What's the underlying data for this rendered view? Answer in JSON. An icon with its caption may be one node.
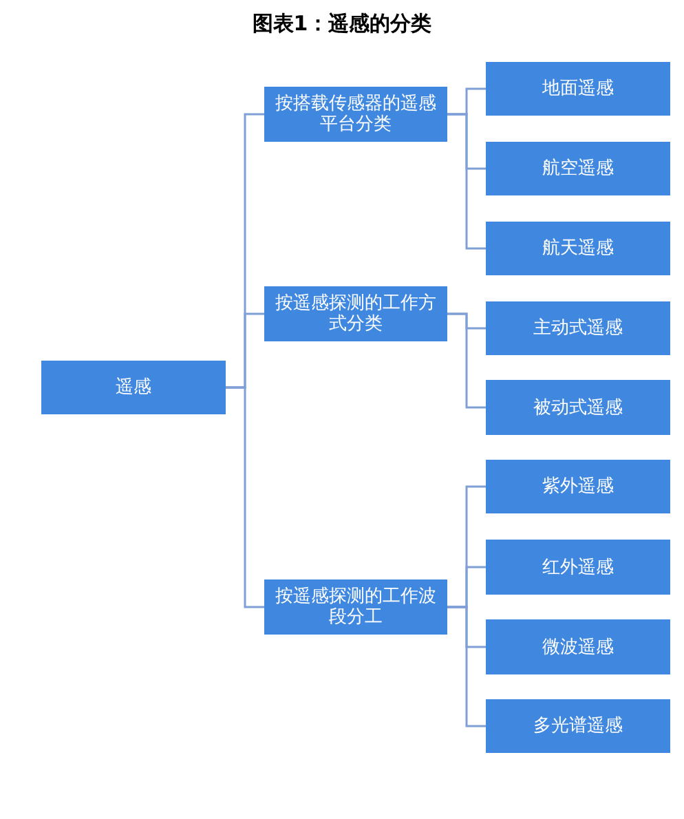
{
  "diagram": {
    "title": "图表1：遥感的分类",
    "nodes": [
      {
        "text": [
          "遥感"
        ]
      },
      {
        "text": [
          "按搭载传感器的遥感平台分类"
        ]
      },
      {
        "text": [
          "地面遥感"
        ]
      },
      {
        "text": [
          "航空遥感"
        ]
      },
      {
        "text": [
          "航天遥感"
        ]
      },
      {
        "text": [
          "按遥感探测的工作方式分类"
        ]
      },
      {
        "text": [
          "主动式遥感"
        ]
      },
      {
        "text": [
          "被动式遥感"
        ]
      },
      {
        "text": [
          "按遥感探测的工作波段分工"
        ]
      },
      {
        "text": [
          "紫外遥感"
        ]
      },
      {
        "text": [
          "红外遥感"
        ]
      },
      {
        "text": [
          "微波遥感"
        ]
      },
      {
        "text": [
          "多光谱遥感"
        ]
      }
    ],
    "edges": [
      {
        "from": 0,
        "to": 1,
        "arrow": "none"
      },
      {
        "from": 0,
        "to": 5,
        "arrow": "none"
      },
      {
        "from": 0,
        "to": 8,
        "arrow": "none"
      },
      {
        "from": 1,
        "to": 2,
        "arrow": "none"
      },
      {
        "from": 1,
        "to": 3,
        "arrow": "none"
      },
      {
        "from": 1,
        "to": 4,
        "arrow": "none"
      },
      {
        "from": 5,
        "to": 6,
        "arrow": "none"
      },
      {
        "from": 5,
        "to": 7,
        "arrow": "none"
      },
      {
        "from": 8,
        "to": 9,
        "arrow": "none"
      },
      {
        "from": 8,
        "to": 10,
        "arrow": "none"
      },
      {
        "from": 8,
        "to": 11,
        "arrow": "none"
      },
      {
        "from": 8,
        "to": 12,
        "arrow": "none"
      }
    ]
  }
}
